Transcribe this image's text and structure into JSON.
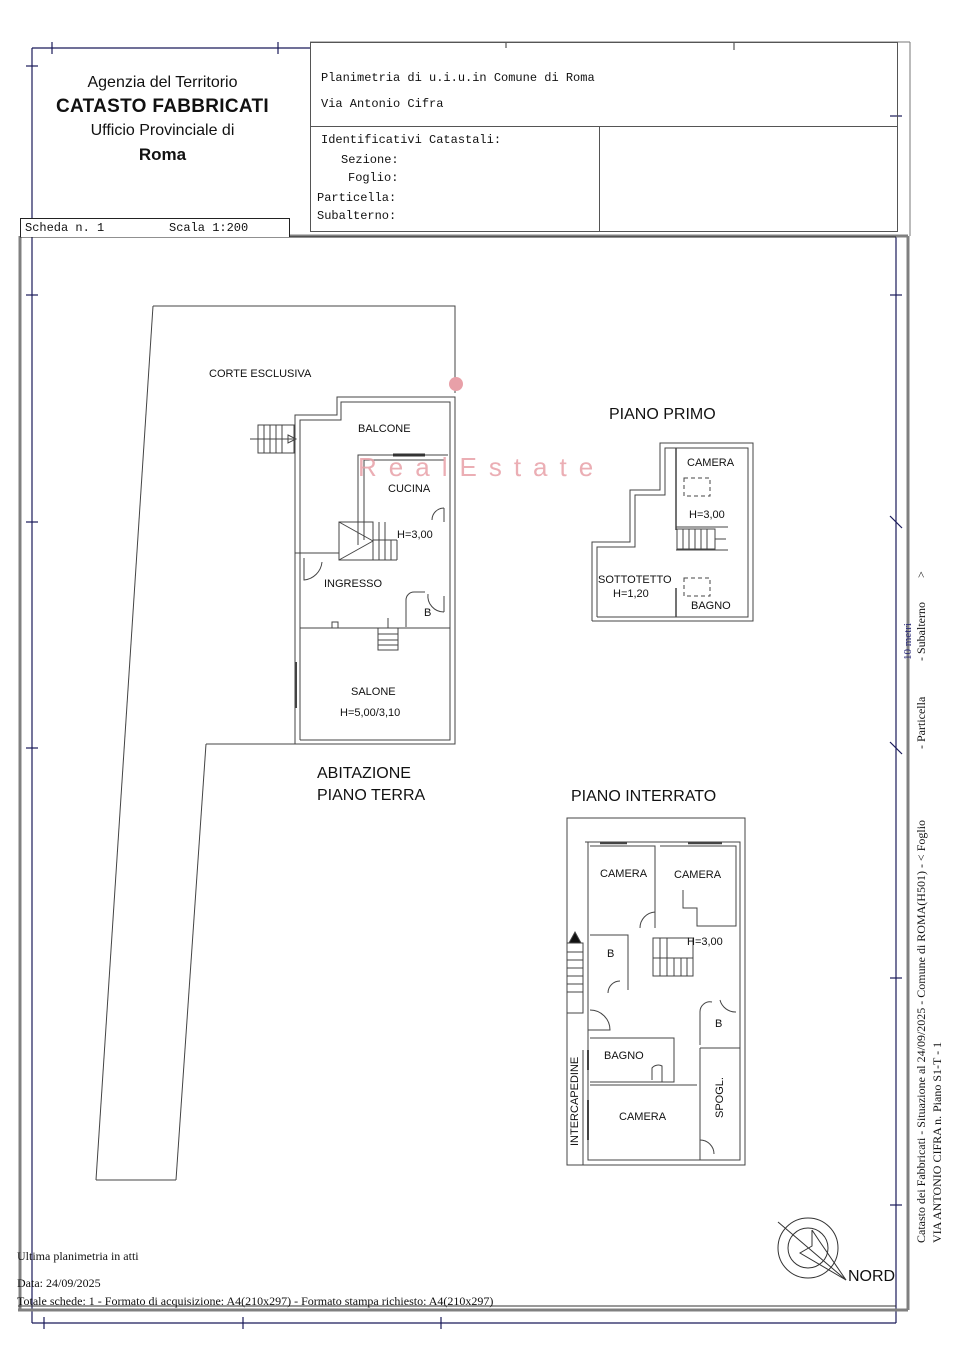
{
  "header": {
    "agency": {
      "line1": "Agenzia del Territorio",
      "line2": "CATASTO FABBRICATI",
      "line3": "Ufficio Provinciale di",
      "line4": "Roma"
    },
    "scheda": {
      "scheda_label": "Scheda n. 1",
      "scala_label": "Scala 1:200"
    },
    "title_box": {
      "planimetria": "Planimetria di u.i.u.in Comune di Roma",
      "address": "Via Antonio Cifra",
      "identificativi_label": "Identificativi Catastali:",
      "sezione_label": "Sezione:",
      "foglio_label": "Foglio:",
      "particella_label": "Particella:",
      "subalterno_label": "Subalterno:"
    }
  },
  "watermark": {
    "text": "RealEstate",
    "color": "#e8a0a8"
  },
  "plans": {
    "piano_terra": {
      "title_line1": "ABITAZIONE",
      "title_line2": "PIANO TERRA",
      "rooms": {
        "corte": "CORTE ESCLUSIVA",
        "balcone": "BALCONE",
        "cucina": "CUCINA",
        "height_stairs": "H=3,00",
        "ingresso": "INGRESSO",
        "bagno_small": "B",
        "salone": "SALONE",
        "salone_height": "H=5,00/3,10"
      }
    },
    "piano_primo": {
      "title": "PIANO PRIMO",
      "rooms": {
        "camera": "CAMERA",
        "height": "H=3,00",
        "sottotetto": "SOTTOTETTO",
        "sottotetto_height": "H=1,20",
        "bagno": "BAGNO"
      }
    },
    "piano_interrato": {
      "title": "PIANO INTERRATO",
      "rooms": {
        "camera1": "CAMERA",
        "camera2": "CAMERA",
        "height": "H=3,00",
        "b1": "B",
        "b2": "B",
        "bagno": "BAGNO",
        "camera3": "CAMERA",
        "spogl": "SPOGL.",
        "intercapedine": "INTERCAPEDINE"
      }
    }
  },
  "compass": {
    "label": "NORD"
  },
  "side_panel": {
    "scale_label": "10 metri",
    "line1": "Catasto dei Fabbricati - Situazione al 24/09/2025 - Comune di ROMA(H501) - < Foglio",
    "line1_particella": "- Particella",
    "line1_subalterno": "- Subalterno",
    "line1_end": ">",
    "line2": "VIA ANTONIO CIFRA n.",
    "line2_piano": "Piano S1-T - 1"
  },
  "footer": {
    "ultima": "Ultima planimetria in atti",
    "data": "Data: 24/09/2025",
    "totale": "Totale schede: 1 - Formato di acquisizione: A4(210x297)  - Formato stampa richiesto: A4(210x297)"
  }
}
